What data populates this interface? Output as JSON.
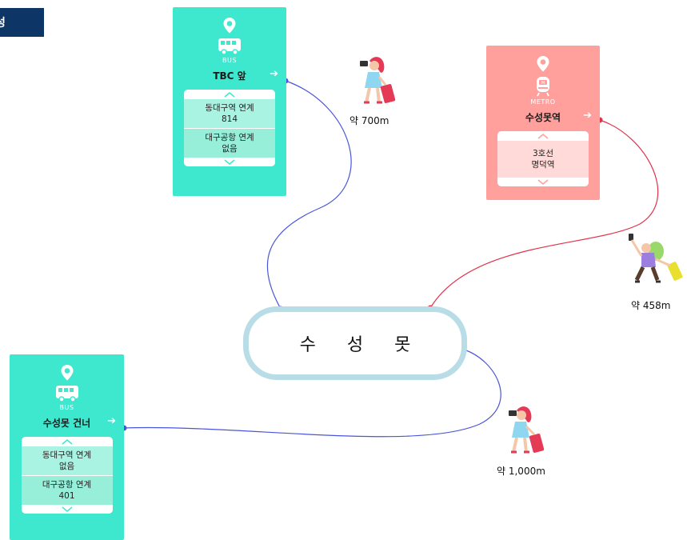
{
  "corner_tag": "성",
  "hub": {
    "label": "수 성 못"
  },
  "colors": {
    "bus": "#3ee8cf",
    "metro": "#ffa09c",
    "bus_line": "#4a55d9",
    "metro_line": "#e0334a",
    "hub_border": "#b8dde6"
  },
  "cards": {
    "tbc": {
      "type": "BUS",
      "name": "TBC 앞",
      "items": [
        "동대구역 연계\n814",
        "대구공항 연계\n없음"
      ]
    },
    "metro": {
      "type": "METRO",
      "name": "수성못역",
      "items": [
        "3호선\n명덕역"
      ]
    },
    "opposite": {
      "type": "BUS",
      "name": "수성못 건너",
      "items": [
        "동대구역 연계\n없음",
        "대구공항 연계\n401"
      ]
    }
  },
  "distances": {
    "tbc": "약 700m",
    "metro": "약 458m",
    "opposite": "약 1,000m"
  },
  "icons": [
    "location-pin-icon",
    "bus-icon",
    "metro-train-icon",
    "chevron-up-icon",
    "chevron-down-icon",
    "arrow-right-icon",
    "traveler-illustration"
  ]
}
